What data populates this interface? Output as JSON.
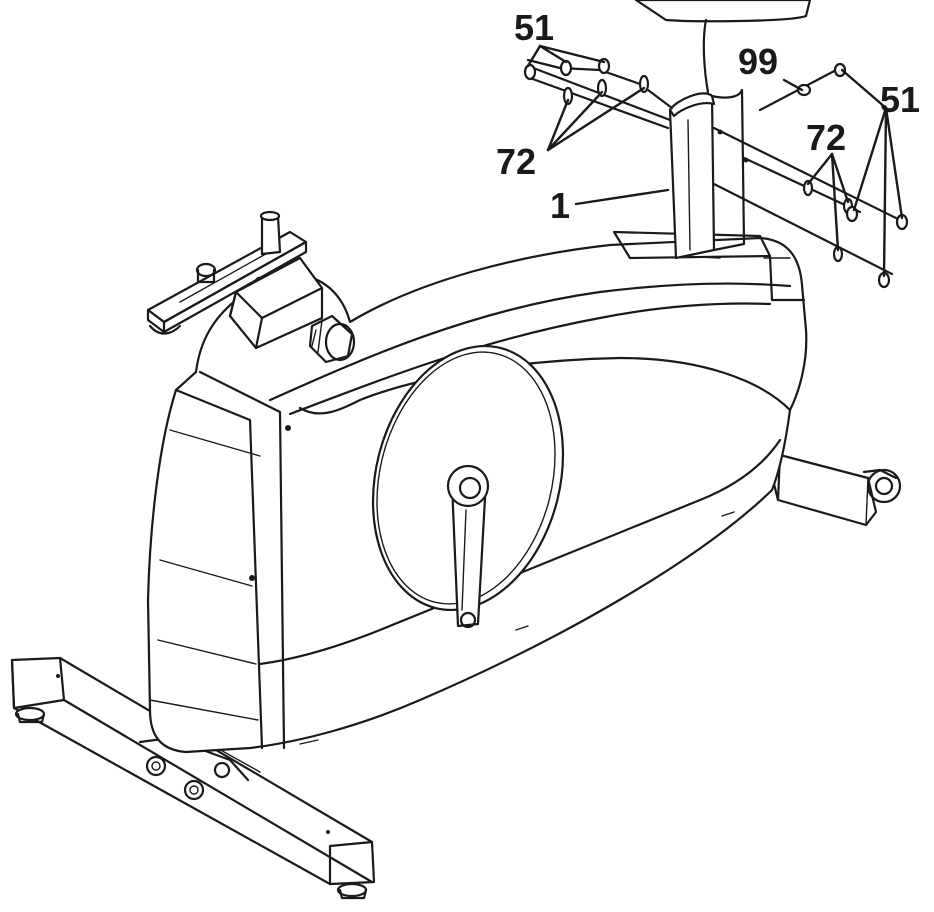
{
  "callouts": [
    {
      "id": "c51a",
      "text": "51"
    },
    {
      "id": "c99",
      "text": "99"
    },
    {
      "id": "c51b",
      "text": "51"
    },
    {
      "id": "c72a",
      "text": "72"
    },
    {
      "id": "c72b",
      "text": "72"
    },
    {
      "id": "c1",
      "text": "1"
    }
  ]
}
